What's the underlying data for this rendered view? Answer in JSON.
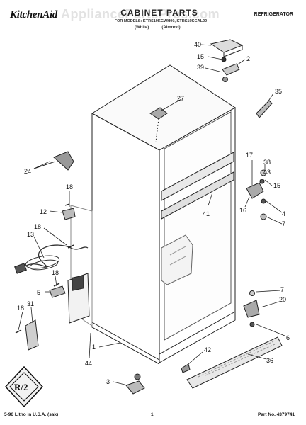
{
  "header": {
    "brand": "KitchenAid",
    "title": "CABINET PARTS",
    "models": "FOR MODELS: KTRS19KGWH00, KTRS19KGAL00",
    "variant_white": "(White)",
    "variant_almond": "(Almond)",
    "category": "REFRIGERATOR"
  },
  "watermark": "AppliancePartsPros.com",
  "logo_text": "R/2",
  "callouts": [
    "40",
    "15",
    "2",
    "39",
    "35",
    "27",
    "24",
    "17",
    "38",
    "43",
    "15",
    "18",
    "12",
    "41",
    "16",
    "4",
    "7",
    "13",
    "18",
    "18",
    "5",
    "7",
    "20",
    "18",
    "31",
    "6",
    "1",
    "44",
    "42",
    "36",
    "3"
  ],
  "footer": {
    "left": "5-96 Litho in U.S.A. (sak)",
    "page": "1",
    "part_no": "Part No. 4379741"
  }
}
